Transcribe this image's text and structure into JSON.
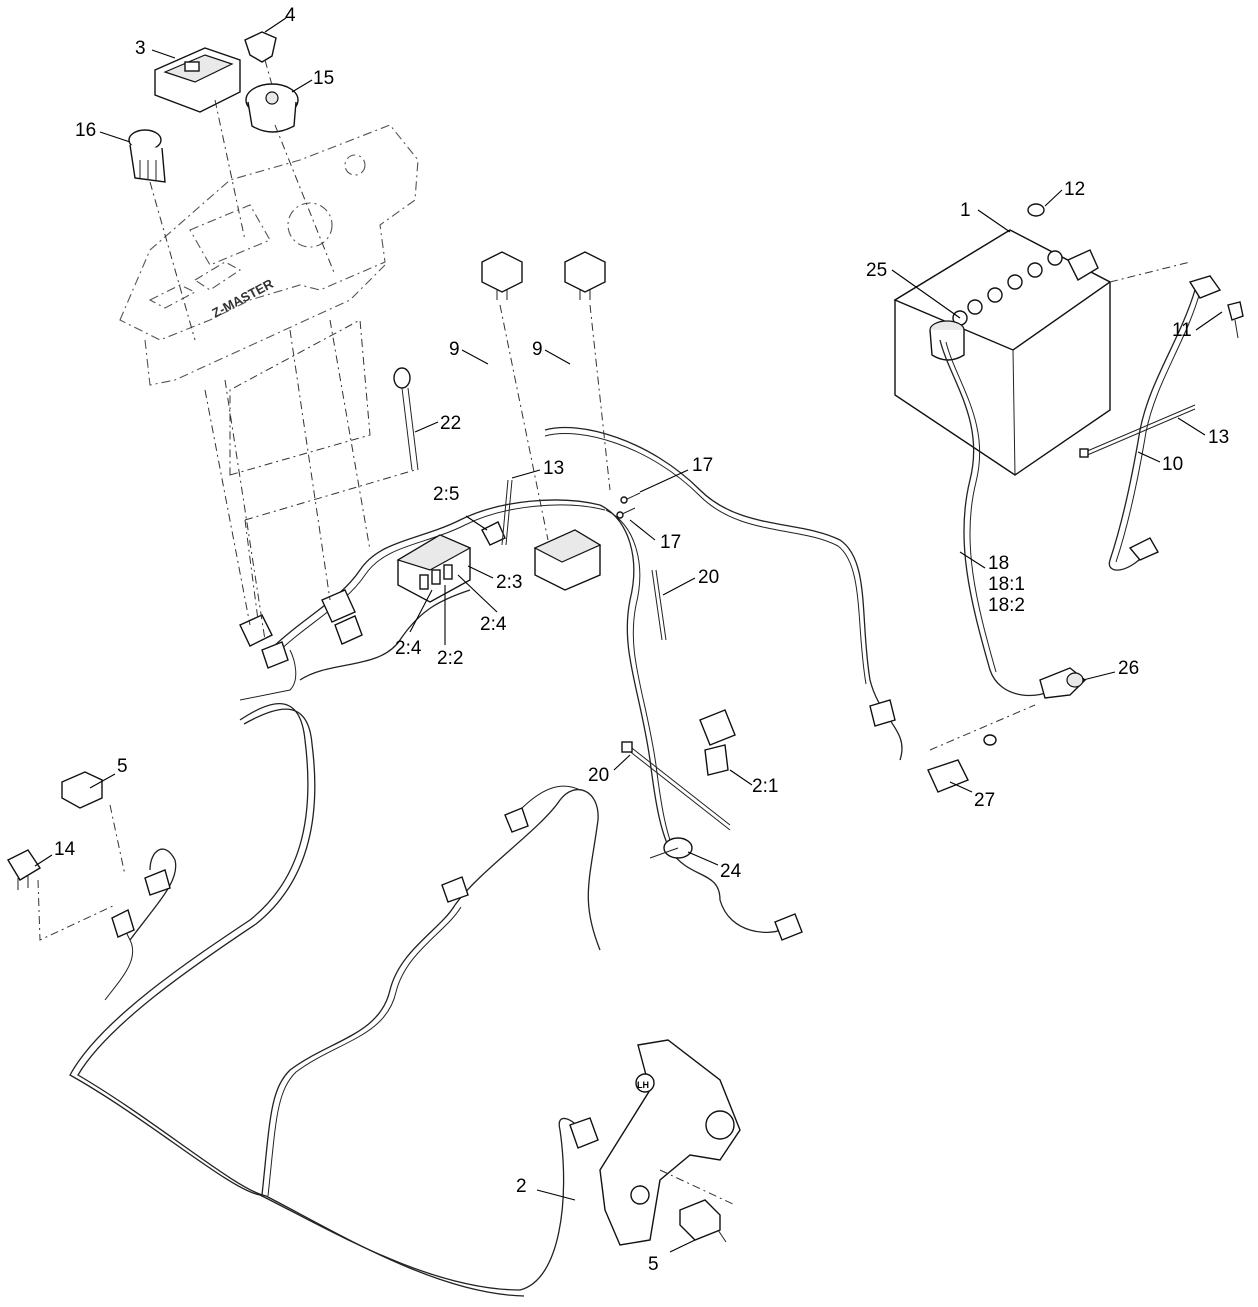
{
  "callouts": {
    "c1": "1",
    "c2": "2",
    "c3": "3",
    "c4": "4",
    "c5a": "5",
    "c5b": "5",
    "c9a": "9",
    "c9b": "9",
    "c10": "10",
    "c11": "11",
    "c12": "12",
    "c13a": "13",
    "c13b": "13",
    "c14": "14",
    "c15": "15",
    "c16": "16",
    "c17a": "17",
    "c17b": "17",
    "c18": "18",
    "c18_1": "18:1",
    "c18_2": "18:2",
    "c20a": "20",
    "c20b": "20",
    "c22": "22",
    "c24": "24",
    "c25": "25",
    "c26": "26",
    "c27": "27",
    "c2_1": "2:1",
    "c2_2": "2:2",
    "c2_3": "2:3",
    "c2_4a": "2:4",
    "c2_4b": "2:4",
    "c2_5": "2:5"
  },
  "panel_text": {
    "brand": "Z-MASTER",
    "lh_mark": "LH"
  }
}
